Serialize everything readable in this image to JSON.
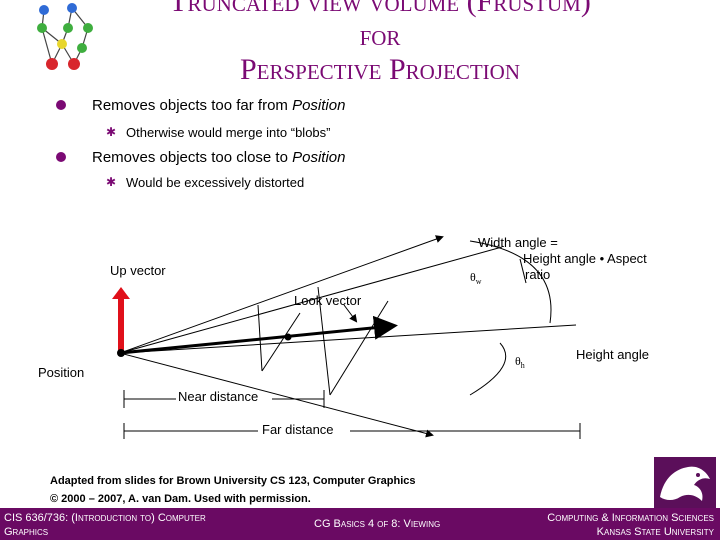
{
  "title": {
    "line1": "Truncated view volume (Frustum)",
    "line2": "for",
    "line3": "Perspective Projection"
  },
  "bullets": [
    {
      "prefix": "Removes objects too far from ",
      "emphasis": "Position",
      "sub": "Otherwise would merge into “blobs”"
    },
    {
      "prefix": "Removes objects too close to ",
      "emphasis": "Position",
      "sub": "Would be excessively distorted"
    }
  ],
  "diagram": {
    "width_angle_l1": "Width angle =",
    "width_angle_l2": "Height angle • Aspect",
    "width_angle_l3": "ratio",
    "up_vector": "Up vector",
    "look_vector": "Look vector",
    "height_angle": "Height angle",
    "position": "Position",
    "near_distance": "Near distance",
    "far_distance": "Far distance",
    "theta_w": "θ",
    "theta_w_sub": "w",
    "theta_h": "θ",
    "theta_h_sub": "h"
  },
  "credit": {
    "line1": "Adapted from slides for Brown University CS 123, Computer Graphics",
    "line2": "© 2000 – 2007, A. van Dam. Used with permission."
  },
  "footer": {
    "course_l1": "CIS 636/736: (Introduction to) Computer",
    "course_l2": "Graphics",
    "lecture": "CG Basics 4 of 8: Viewing",
    "dept_l1": "Computing & Information Sciences",
    "dept_l2": "Kansas State University"
  },
  "colors": {
    "title": "#7b0a74",
    "footer_bg": "#6a0a63",
    "up_vector": "#e0101a"
  },
  "icons": {
    "top_left": "tree-graph-icon",
    "bottom_right": "wildcat-logo-icon"
  }
}
